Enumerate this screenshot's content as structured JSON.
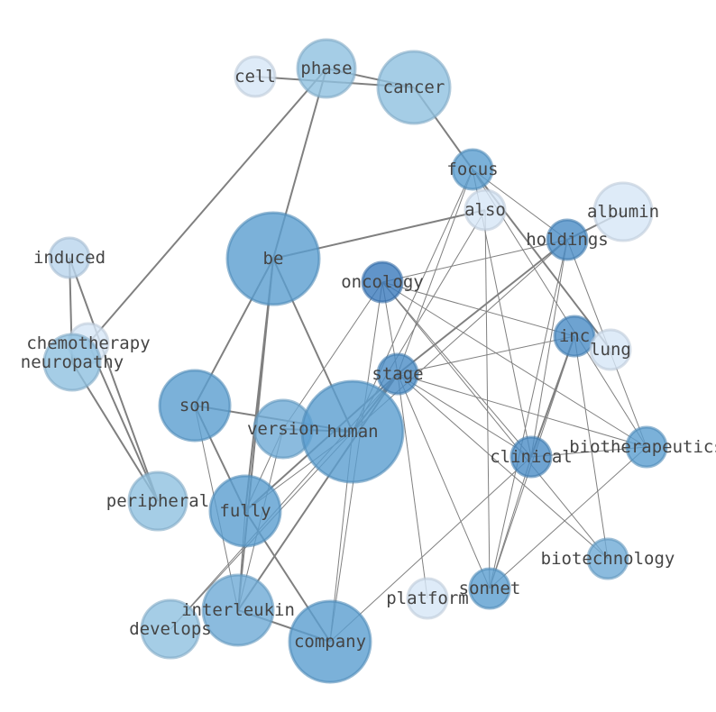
{
  "graph": {
    "nodes": [
      {
        "id": "cell",
        "label": "cell",
        "tone": "pale"
      },
      {
        "id": "phase",
        "label": "phase",
        "tone": "light"
      },
      {
        "id": "cancer",
        "label": "cancer",
        "tone": "light"
      },
      {
        "id": "focus",
        "label": "focus",
        "tone": "mid"
      },
      {
        "id": "also",
        "label": "also",
        "tone": "pale"
      },
      {
        "id": "albumin",
        "label": "albumin",
        "tone": "pale"
      },
      {
        "id": "holdings",
        "label": "holdings",
        "tone": "dark"
      },
      {
        "id": "induced",
        "label": "induced",
        "tone": "paleblue"
      },
      {
        "id": "be",
        "label": "be",
        "tone": "mid"
      },
      {
        "id": "oncology",
        "label": "oncology",
        "tone": "darkest"
      },
      {
        "id": "chemotherapy",
        "label": "chemotherapy",
        "tone": "pale"
      },
      {
        "id": "neuropathy",
        "label": "neuropathy",
        "tone": "light"
      },
      {
        "id": "inc",
        "label": "inc",
        "tone": "dark"
      },
      {
        "id": "lung",
        "label": "lung",
        "tone": "pale"
      },
      {
        "id": "stage",
        "label": "stage",
        "tone": "dark"
      },
      {
        "id": "son",
        "label": "son",
        "tone": "mid"
      },
      {
        "id": "version",
        "label": "version",
        "tone": "midlight"
      },
      {
        "id": "human",
        "label": "human",
        "tone": "mid"
      },
      {
        "id": "clinical",
        "label": "clinical",
        "tone": "dark"
      },
      {
        "id": "biotherapeutics",
        "label": "biotherapeutics",
        "tone": "mid"
      },
      {
        "id": "peripheral",
        "label": "peripheral",
        "tone": "light"
      },
      {
        "id": "fully",
        "label": "fully",
        "tone": "mid"
      },
      {
        "id": "biotechnology",
        "label": "biotechnology",
        "tone": "midlight"
      },
      {
        "id": "sonnet",
        "label": "sonnet",
        "tone": "mid"
      },
      {
        "id": "platform",
        "label": "platform",
        "tone": "pale"
      },
      {
        "id": "interleukin",
        "label": "interleukin",
        "tone": "midlight"
      },
      {
        "id": "develops",
        "label": "develops",
        "tone": "light"
      },
      {
        "id": "company",
        "label": "company",
        "tone": "mid"
      }
    ],
    "edges": [
      {
        "source": "cell",
        "target": "cancer",
        "weight": 2
      },
      {
        "source": "phase",
        "target": "cancer",
        "weight": 2
      },
      {
        "source": "phase",
        "target": "be",
        "weight": 2
      },
      {
        "source": "phase",
        "target": "chemotherapy",
        "weight": 2
      },
      {
        "source": "cancer",
        "target": "focus",
        "weight": 2
      },
      {
        "source": "focus",
        "target": "lung",
        "weight": 2
      },
      {
        "source": "focus",
        "target": "holdings",
        "weight": 1
      },
      {
        "source": "focus",
        "target": "stage",
        "weight": 1
      },
      {
        "source": "focus",
        "target": "biotherapeutics",
        "weight": 1
      },
      {
        "source": "focus",
        "target": "human",
        "weight": 1
      },
      {
        "source": "focus",
        "target": "clinical",
        "weight": 1
      },
      {
        "source": "also",
        "target": "be",
        "weight": 2
      },
      {
        "source": "also",
        "target": "sonnet",
        "weight": 1
      },
      {
        "source": "also",
        "target": "human",
        "weight": 1
      },
      {
        "source": "albumin",
        "target": "holdings",
        "weight": 2
      },
      {
        "source": "holdings",
        "target": "oncology",
        "weight": 1
      },
      {
        "source": "holdings",
        "target": "stage",
        "weight": 2
      },
      {
        "source": "holdings",
        "target": "clinical",
        "weight": 1
      },
      {
        "source": "holdings",
        "target": "sonnet",
        "weight": 1
      },
      {
        "source": "holdings",
        "target": "biotherapeutics",
        "weight": 1
      },
      {
        "source": "holdings",
        "target": "human",
        "weight": 1
      },
      {
        "source": "induced",
        "target": "neuropathy",
        "weight": 2
      },
      {
        "source": "induced",
        "target": "peripheral",
        "weight": 2
      },
      {
        "source": "be",
        "target": "son",
        "weight": 2
      },
      {
        "source": "be",
        "target": "fully",
        "weight": 2
      },
      {
        "source": "be",
        "target": "human",
        "weight": 2
      },
      {
        "source": "be",
        "target": "interleukin",
        "weight": 2
      },
      {
        "source": "oncology",
        "target": "inc",
        "weight": 1
      },
      {
        "source": "oncology",
        "target": "stage",
        "weight": 1
      },
      {
        "source": "oncology",
        "target": "clinical",
        "weight": 1
      },
      {
        "source": "oncology",
        "target": "biotechnology",
        "weight": 1
      },
      {
        "source": "oncology",
        "target": "biotherapeutics",
        "weight": 1
      },
      {
        "source": "oncology",
        "target": "version",
        "weight": 1
      },
      {
        "source": "oncology",
        "target": "company",
        "weight": 1
      },
      {
        "source": "chemotherapy",
        "target": "peripheral",
        "weight": 2
      },
      {
        "source": "neuropathy",
        "target": "peripheral",
        "weight": 2
      },
      {
        "source": "inc",
        "target": "stage",
        "weight": 1
      },
      {
        "source": "inc",
        "target": "clinical",
        "weight": 2
      },
      {
        "source": "inc",
        "target": "sonnet",
        "weight": 1
      },
      {
        "source": "inc",
        "target": "biotechnology",
        "weight": 1
      },
      {
        "source": "stage",
        "target": "human",
        "weight": 2
      },
      {
        "source": "stage",
        "target": "fully",
        "weight": 2
      },
      {
        "source": "stage",
        "target": "clinical",
        "weight": 1
      },
      {
        "source": "stage",
        "target": "biotherapeutics",
        "weight": 1
      },
      {
        "source": "stage",
        "target": "biotechnology",
        "weight": 1
      },
      {
        "source": "stage",
        "target": "sonnet",
        "weight": 1
      },
      {
        "source": "stage",
        "target": "platform",
        "weight": 1
      },
      {
        "source": "stage",
        "target": "interleukin",
        "weight": 2
      },
      {
        "source": "stage",
        "target": "develops",
        "weight": 1
      },
      {
        "source": "son",
        "target": "human",
        "weight": 2
      },
      {
        "source": "son",
        "target": "fully",
        "weight": 2
      },
      {
        "source": "son",
        "target": "interleukin",
        "weight": 1
      },
      {
        "source": "version",
        "target": "human",
        "weight": 2
      },
      {
        "source": "version",
        "target": "fully",
        "weight": 1
      },
      {
        "source": "version",
        "target": "interleukin",
        "weight": 1
      },
      {
        "source": "human",
        "target": "fully",
        "weight": 1
      },
      {
        "source": "human",
        "target": "develops",
        "weight": 1
      },
      {
        "source": "human",
        "target": "company",
        "weight": 1
      },
      {
        "source": "clinical",
        "target": "biotherapeutics",
        "weight": 1
      },
      {
        "source": "clinical",
        "target": "sonnet",
        "weight": 1
      },
      {
        "source": "clinical",
        "target": "company",
        "weight": 1
      },
      {
        "source": "biotherapeutics",
        "target": "sonnet",
        "weight": 1
      },
      {
        "source": "fully",
        "target": "company",
        "weight": 2
      },
      {
        "source": "fully",
        "target": "interleukin",
        "weight": 1
      },
      {
        "source": "interleukin",
        "target": "company",
        "weight": 2
      }
    ]
  },
  "colors": {
    "pale": "#d6e6f6",
    "paleblue": "#b9d5ec",
    "light": "#8fc0e0",
    "midlight": "#6eaad6",
    "mid": "#5a9dd0",
    "dark": "#4a8cc6",
    "darkest": "#3a79bb",
    "edge": "#808080",
    "label": "#444444"
  }
}
